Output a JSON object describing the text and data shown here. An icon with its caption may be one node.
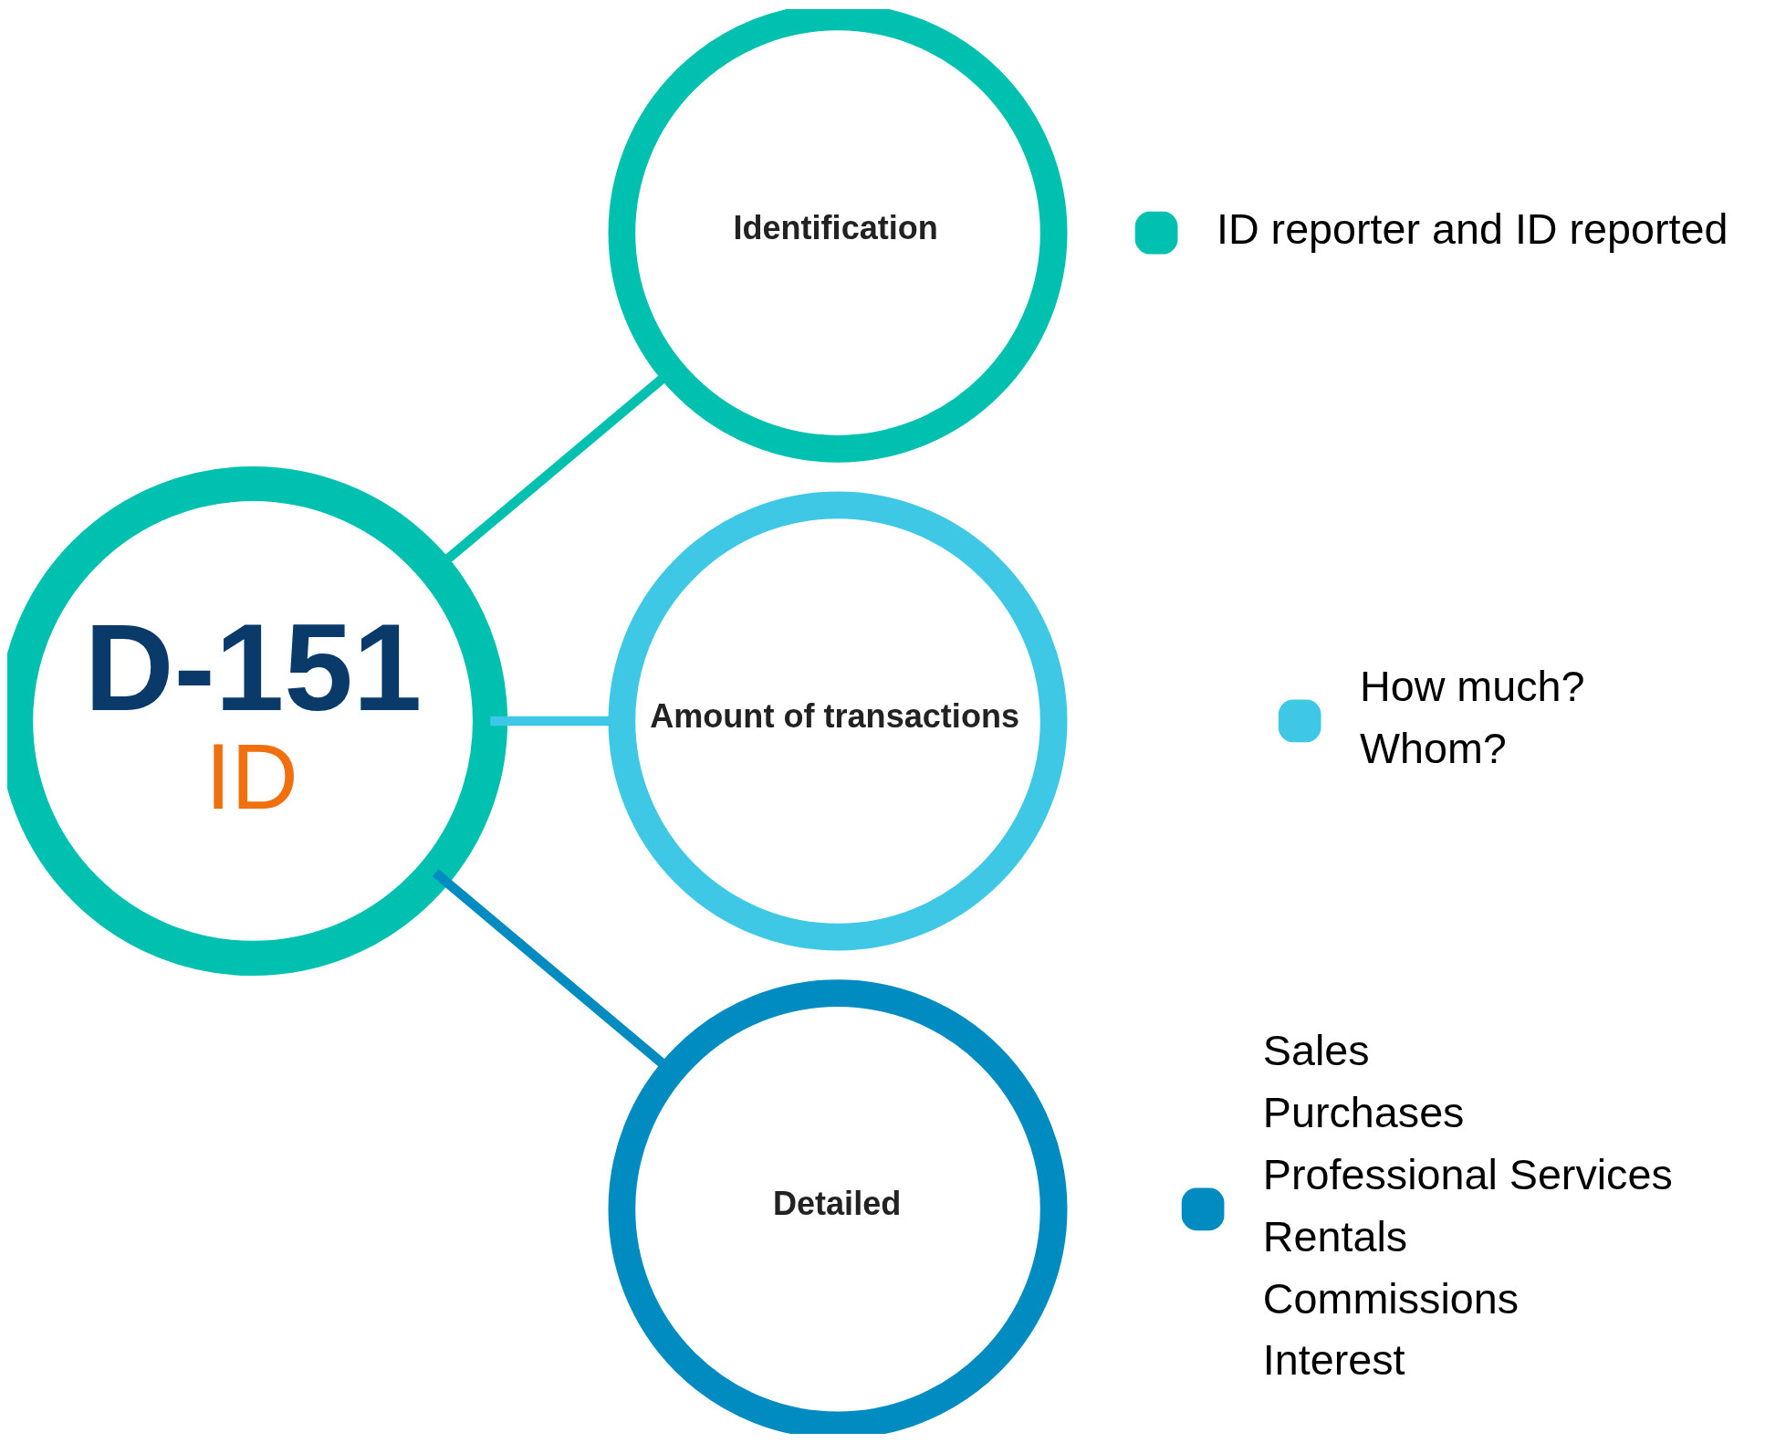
{
  "diagram": {
    "nodes": [
      {
        "text": [
          "D-151",
          "ID"
        ]
      },
      {
        "text": [
          "Identification"
        ],
        "beside": [
          "ID reporter and ID reported"
        ]
      },
      {
        "text": [
          "Amount of transactions"
        ],
        "beside": [
          "How much?",
          "Whom?"
        ]
      },
      {
        "text": [
          "Detailed"
        ],
        "beside": [
          "Sales",
          "Purchases",
          "Professional Services",
          "Rentals",
          "Commissions",
          "Interest"
        ]
      }
    ],
    "edges": [
      {
        "from": 0,
        "to": 1,
        "arrow": "none",
        "color": "#00c0b0"
      },
      {
        "from": 0,
        "to": 2,
        "arrow": "none",
        "color": "#3ec8e6"
      },
      {
        "from": 0,
        "to": 3,
        "arrow": "none",
        "color": "#008cc0"
      }
    ]
  }
}
